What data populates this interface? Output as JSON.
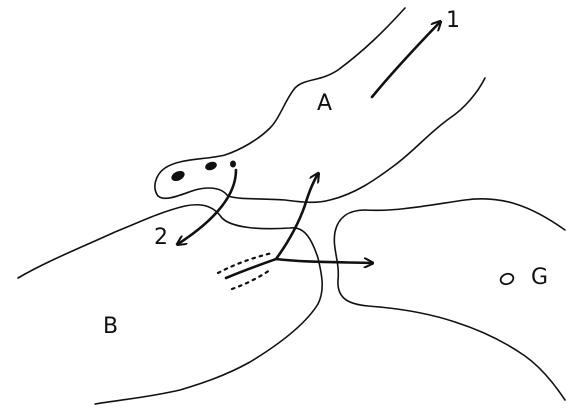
{
  "labels": {
    "region_a": "A",
    "region_b": "B",
    "region_g": "G",
    "arrow_1": "1",
    "arrow_2": "2"
  },
  "colors": {
    "ink": "#111111",
    "background": "#ffffff"
  }
}
